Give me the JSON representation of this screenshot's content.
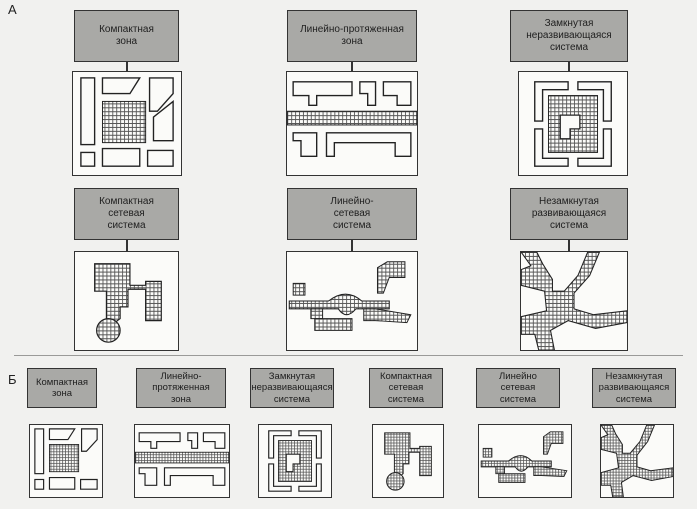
{
  "section_a": {
    "label": "А"
  },
  "section_b": {
    "label": "Б"
  },
  "items": [
    {
      "text": "Компактная\nзона"
    },
    {
      "text": "Линейно-протяженная\nзона"
    },
    {
      "text": "Замкнутая\nнеразвивающаяся\nсистема"
    },
    {
      "text": "Компактная\nсетевая\nсистема"
    },
    {
      "text": "Линейно-\nсетевая\nсистема"
    },
    {
      "text": "Незамкнутая\nразвивающаяся\nсистема"
    }
  ],
  "items_small": [
    {
      "text": "Компактная\nзона"
    },
    {
      "text": "Линейно-\nпротяженная\nзона"
    },
    {
      "text": "Замкнутая\nнеразвивающаяся\nсистема"
    },
    {
      "text": "Компактная\nсетевая\nсистема"
    },
    {
      "text": "Линейно\nсетевая\nсистема"
    },
    {
      "text": "Незамкнутая\nразвивающаяся\nсистема"
    }
  ]
}
